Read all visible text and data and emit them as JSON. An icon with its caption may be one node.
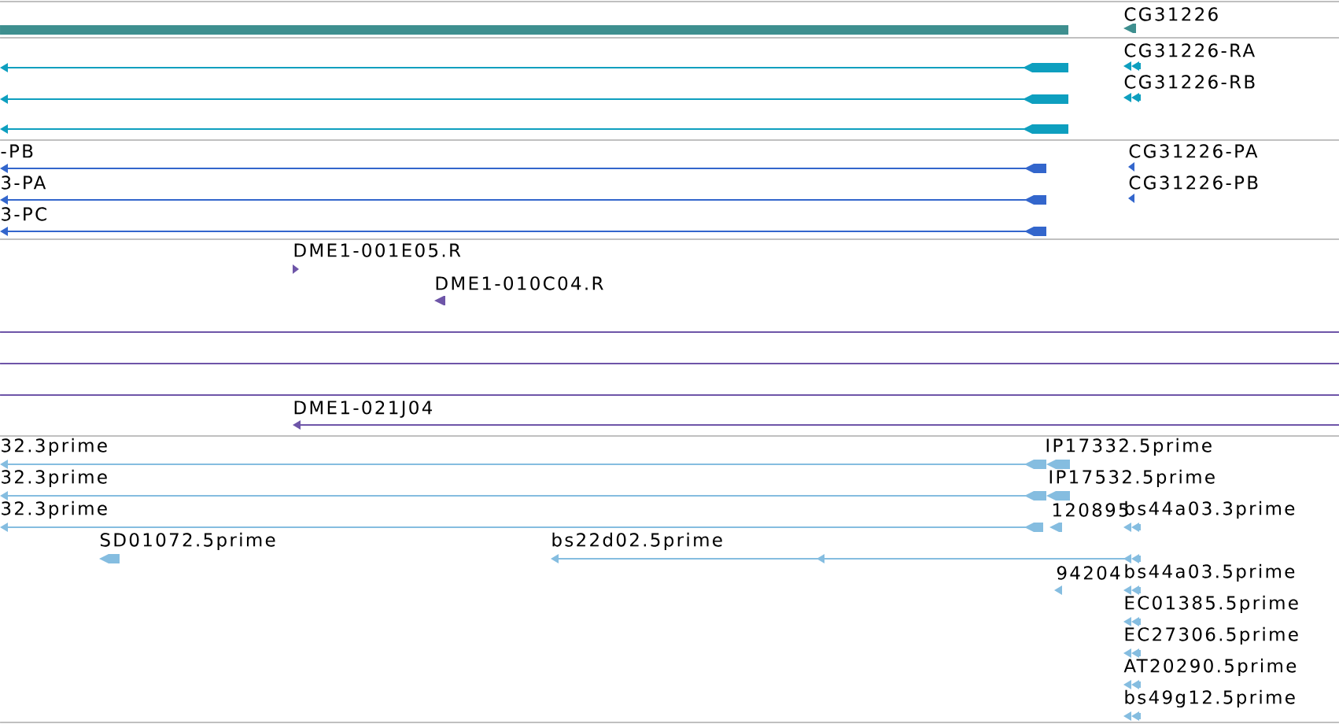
{
  "diagram": {
    "labels": [
      "CG31226",
      "CG31226-RA",
      "CG31226-RB",
      "-PB",
      "CG31226-PA",
      "3-PA",
      "CG31226-PB",
      "3-PC",
      "DME1-001E05.R",
      "DME1-010C04.R",
      "DME1-021J04",
      "32.3prime",
      "IP17332.5prime",
      "32.3prime",
      "IP17532.5prime",
      "32.3prime",
      "120895",
      "bs44a03.3prime",
      "SD01072.5prime",
      "bs22d02.5prime",
      "94204",
      "bs44a03.5prime",
      "EC01385.5prime",
      "EC27306.5prime",
      "AT20290.5prime",
      "bs49g12.5prime"
    ]
  }
}
